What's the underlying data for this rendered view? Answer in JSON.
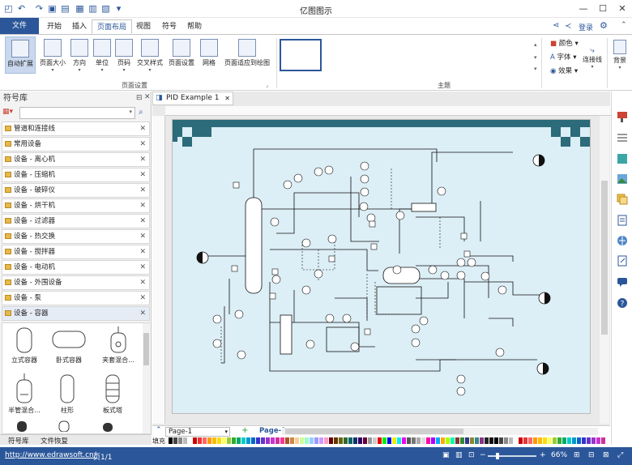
{
  "app": {
    "title": "亿图图示"
  },
  "menu": {
    "file": "文件",
    "tabs": [
      "开始",
      "插入",
      "页面布局",
      "视图",
      "符号",
      "帮助"
    ],
    "login": "登录"
  },
  "ribbon": {
    "buttons": [
      "自动扩展",
      "页面大小",
      "方向",
      "单位",
      "页码",
      "交叉样式",
      "页面设置",
      "网格",
      "页面适应到绘图"
    ],
    "group_page": "页面设置",
    "group_theme": "主题",
    "theme_options": [
      "颜色",
      "字体",
      "效果"
    ],
    "connector": "连接线",
    "background": "背景"
  },
  "library": {
    "title": "符号库",
    "categories": [
      "管道和连接线",
      "常用设备",
      "设备 - 离心机",
      "设备 - 压缩机",
      "设备 - 破碎仪",
      "设备 - 烘干机",
      "设备 - 过滤器",
      "设备 - 热交换",
      "设备 - 搅拌器",
      "设备 - 电动机",
      "设备 - 外围设备",
      "设备 - 泵",
      "设备 - 容器"
    ],
    "shapes": [
      "立式容器",
      "卧式容器",
      "夹套混合...",
      "半管混合...",
      "柱形",
      "板式塔"
    ],
    "bottom_tabs": [
      "符号库",
      "文件恢复"
    ]
  },
  "document": {
    "tab": "PID Example 1"
  },
  "pages": {
    "current": "Page-1",
    "tab": "Page-1",
    "fill_label": "填充"
  },
  "status": {
    "url": "http://www.edrawsoft.cn/",
    "page": "页1/1",
    "zoom": "66%"
  },
  "colors": {
    "accent": "#2b579a",
    "paper_bg": "#dceef6",
    "teal": "#2b6b7a"
  }
}
